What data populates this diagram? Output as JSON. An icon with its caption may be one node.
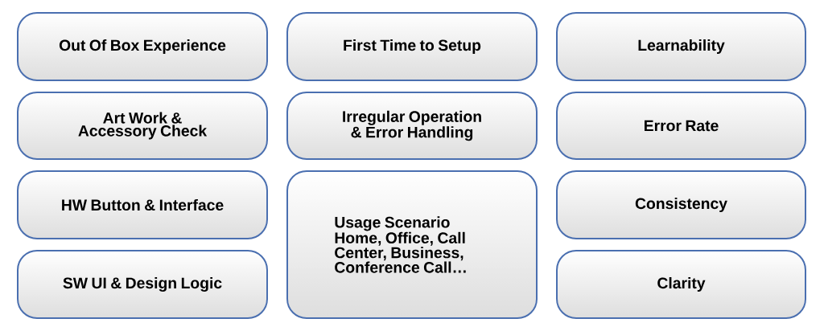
{
  "diagram": {
    "nodes": [
      {
        "text": [
          "Out Of Box Experience"
        ]
      },
      {
        "text": [
          "First Time to Setup"
        ]
      },
      {
        "text": [
          "Learnability"
        ]
      },
      {
        "text": [
          "Art Work & Accessory Check"
        ]
      },
      {
        "text": [
          "Irregular Operation & Error Handling"
        ]
      },
      {
        "text": [
          "Error Rate"
        ]
      },
      {
        "text": [
          "HW Button & Interface"
        ]
      },
      {
        "text": [
          "Usage Scenario",
          "Home, Office, Call Center, Business, Conference Call…"
        ]
      },
      {
        "text": [
          "Consistency"
        ]
      },
      {
        "text": [
          "SW UI & Design Logic"
        ]
      },
      {
        "text": [
          "Clarity"
        ]
      }
    ]
  }
}
